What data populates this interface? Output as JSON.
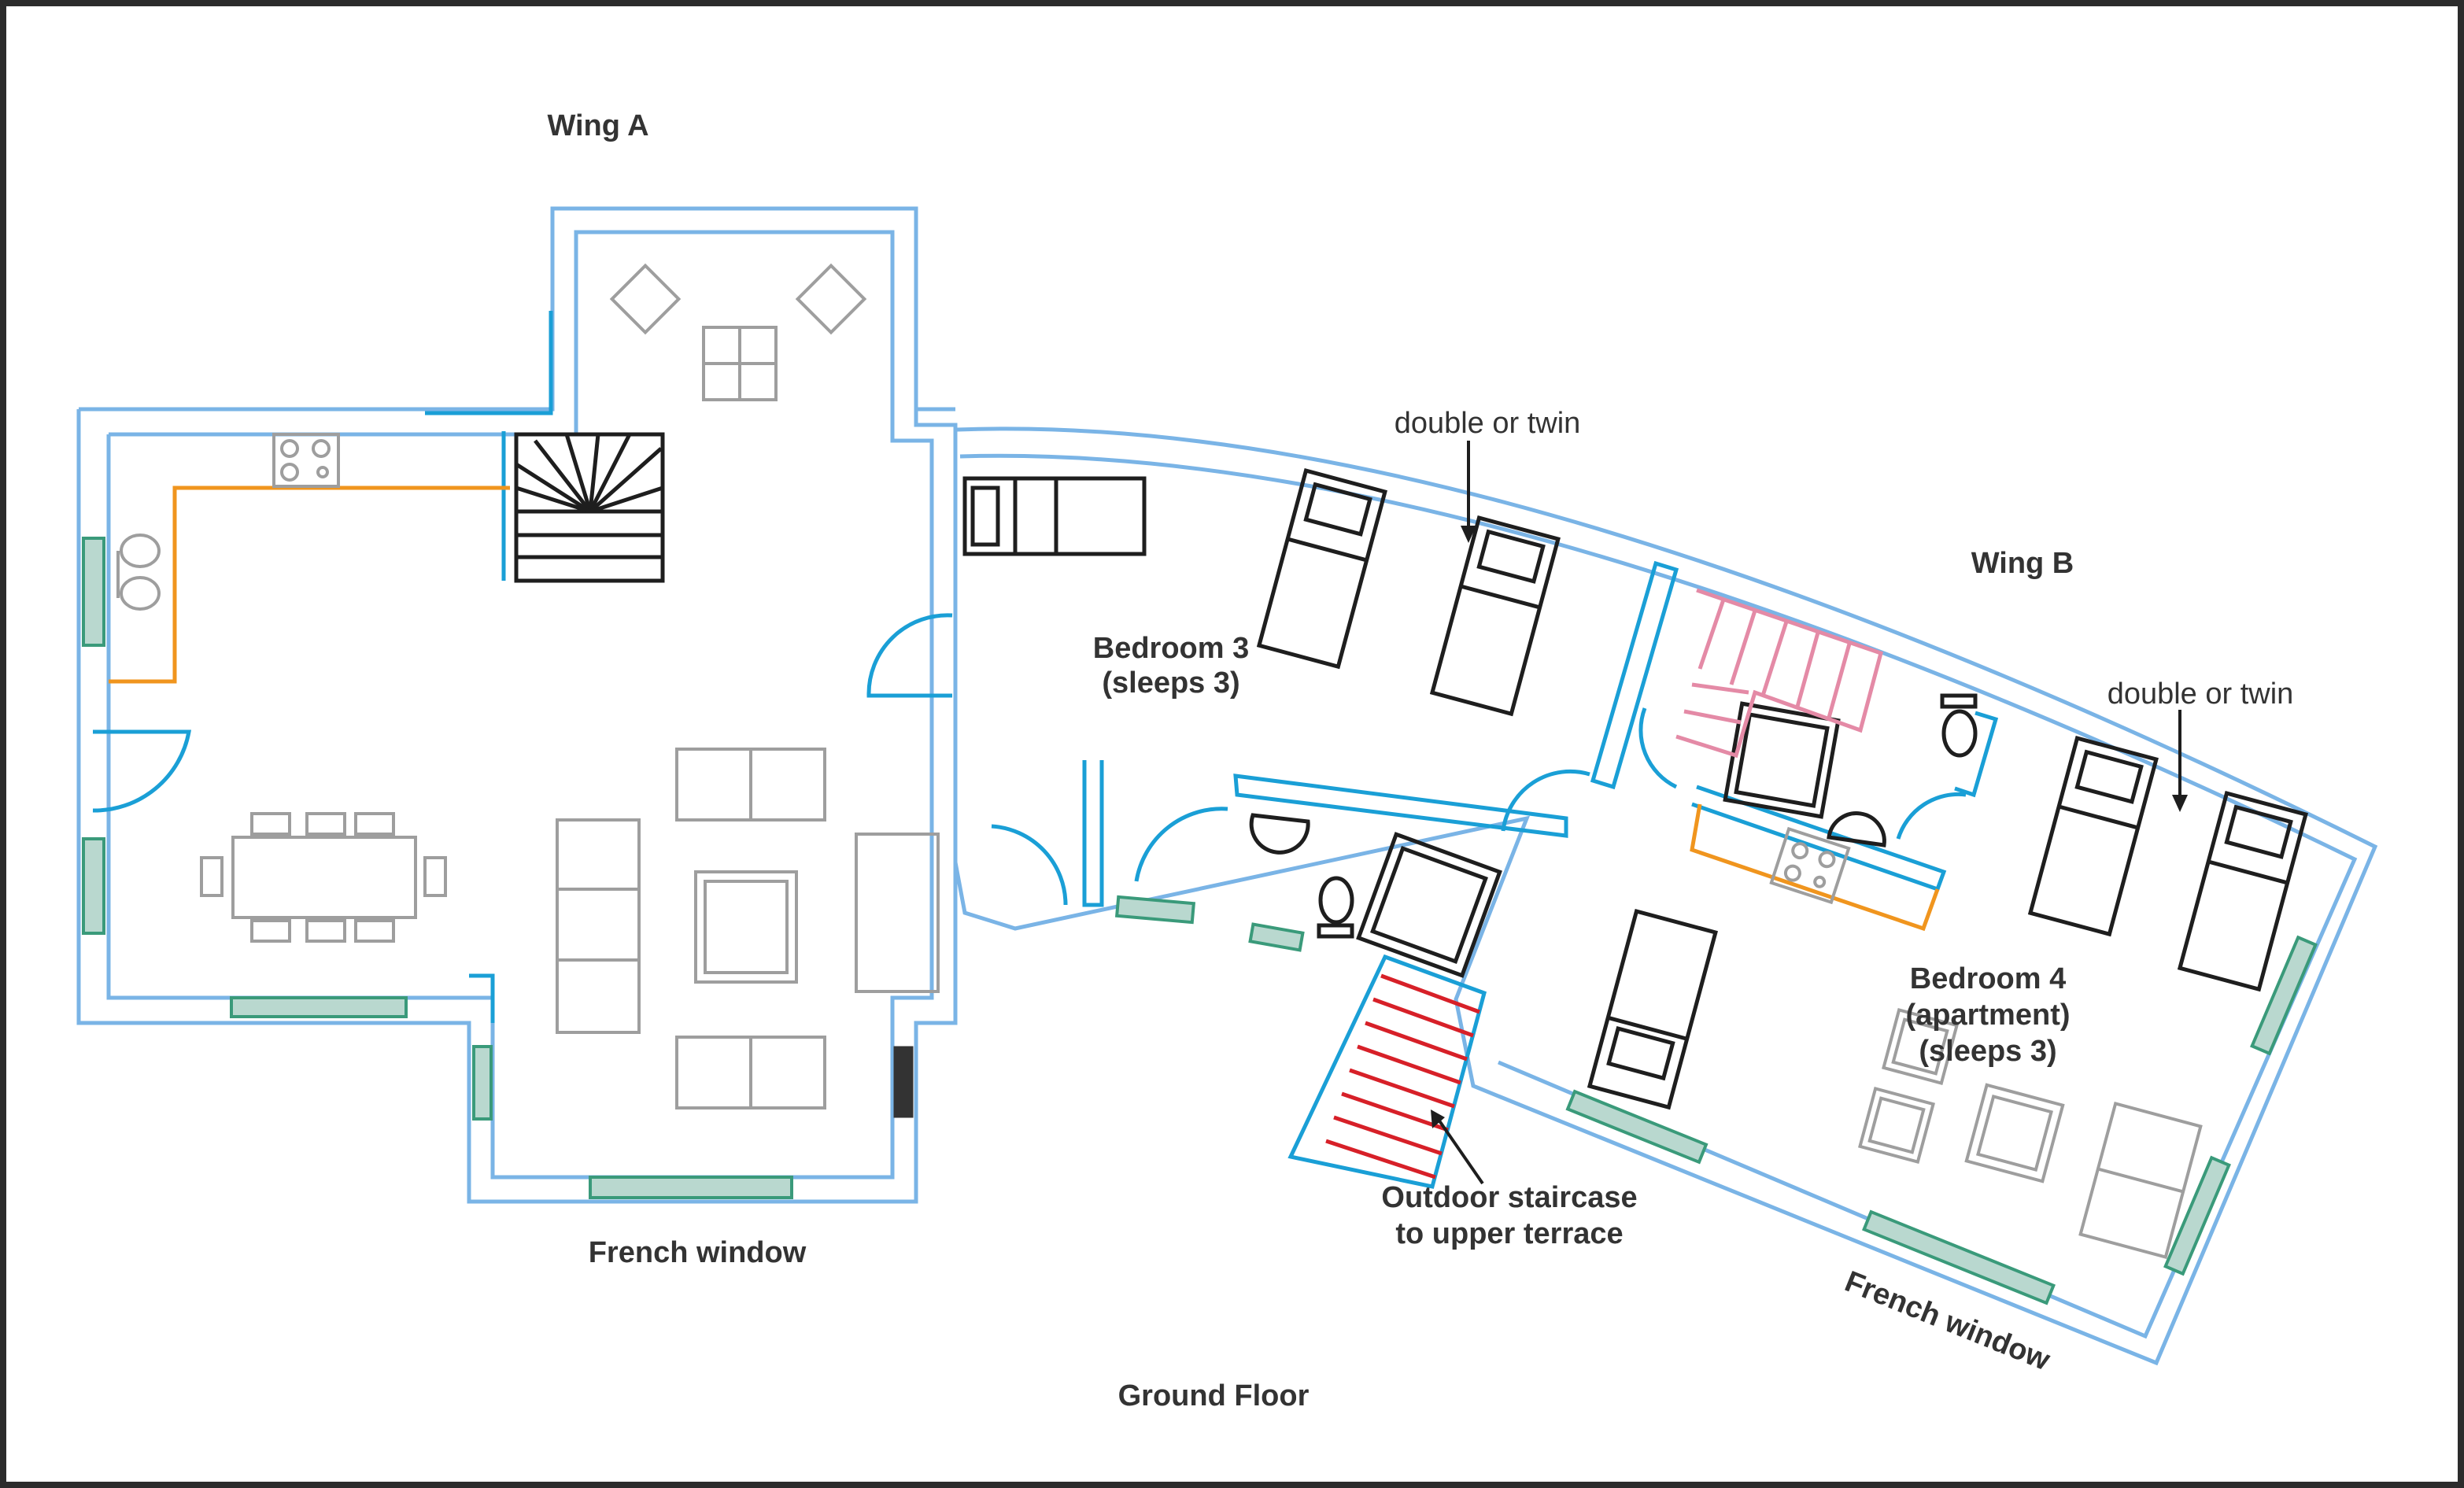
{
  "labels": {
    "wing_a": "Wing A",
    "wing_b": "Wing B",
    "bedroom3_line1": "Bedroom 3",
    "bedroom3_line2": "(sleeps 3)",
    "bedroom4_line1": "Bedroom 4",
    "bedroom4_line2": "(apartment)",
    "bedroom4_line3": "(sleeps 3)",
    "double_twin_1": "double or twin",
    "double_twin_2": "double or twin",
    "outdoor_line1": "Outdoor staircase",
    "outdoor_line2": "to upper terrace",
    "french_window_1": "French window",
    "french_window_2": "French window",
    "floor_name": "Ground Floor"
  },
  "colors": {
    "outer_wall": "#7ab4e6",
    "inner_wall": "#1a9fd6",
    "window": "#3a9a7a",
    "kitchen_counter": "#f0951e",
    "outdoor_stairs": "#d72028",
    "indoor_stairs_wing_b": "#e48aa6",
    "furniture": "#9e9e9e",
    "beds": "#1e1e1e"
  }
}
